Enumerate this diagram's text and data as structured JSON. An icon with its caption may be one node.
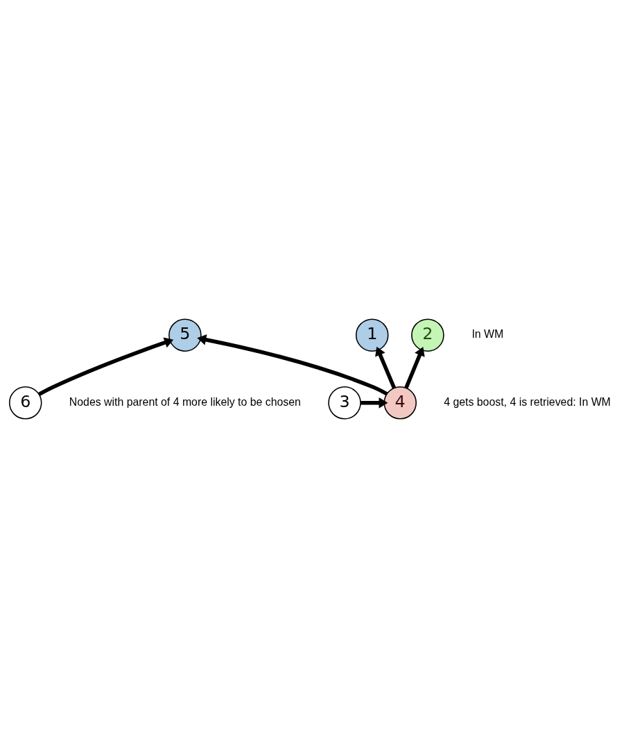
{
  "diagram": {
    "nodes": [
      {
        "text": [
          "1"
        ]
      },
      {
        "text": [
          "2"
        ],
        "beside": [
          "In WM"
        ]
      },
      {
        "text": [
          "3"
        ]
      },
      {
        "text": [
          "4"
        ],
        "beside": [
          "4 gets boost, 4 is retrieved: In WM"
        ]
      },
      {
        "text": [
          "5"
        ]
      },
      {
        "text": [
          "6"
        ]
      }
    ],
    "edges": [
      {
        "from": 3,
        "to": 0,
        "arrow": "to"
      },
      {
        "from": 3,
        "to": 1,
        "arrow": "to"
      },
      {
        "from": 2,
        "to": 3,
        "arrow": "to"
      },
      {
        "from": 3,
        "to": 4,
        "arrow": "to"
      },
      {
        "from": 5,
        "to": 4,
        "arrow": "to"
      }
    ],
    "labels": [
      "Nodes with parent of 4 more likely to be chosen"
    ]
  }
}
